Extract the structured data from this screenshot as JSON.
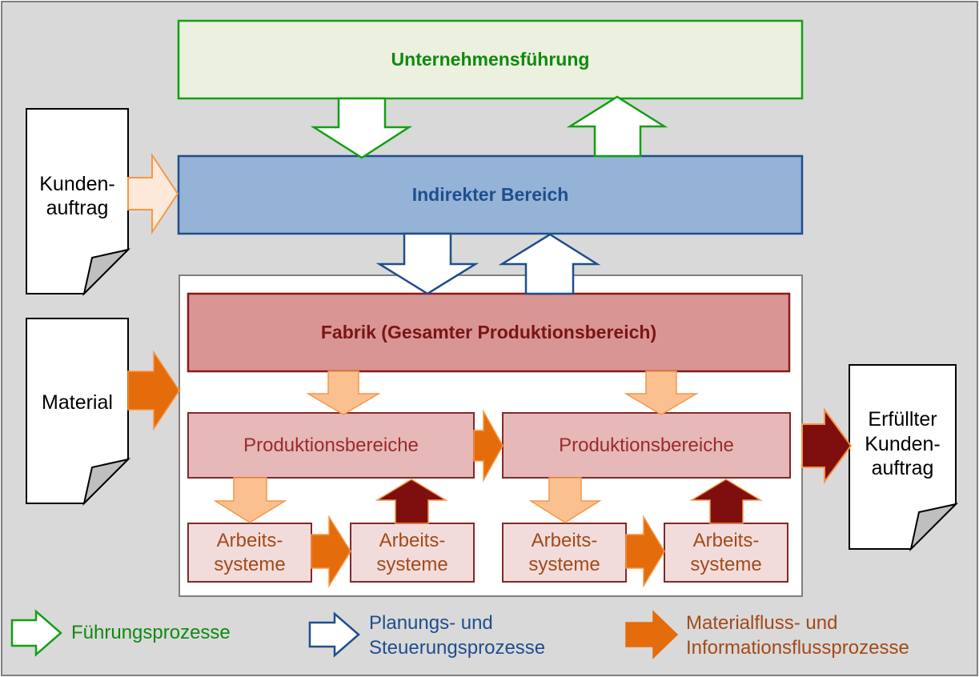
{
  "boxes": {
    "management": "Unternehmensführung",
    "indirect": "Indirekter Bereich",
    "factory": "Fabrik (Gesamter Produktionsbereich)",
    "production_left": "Produktionsbereiche",
    "production_right": "Produktionsbereiche",
    "work_1": "Arbeits-\nsysteme",
    "work_2": "Arbeits-\nsysteme",
    "work_3": "Arbeits-\nsysteme",
    "work_4": "Arbeits-\nsysteme"
  },
  "documents": {
    "customer_order": "Kunden-\nauftrag",
    "material": "Material",
    "fulfilled_order": "Erfüllter\nKunden-\nauftrag"
  },
  "legend": {
    "management_processes": "Führungsprozesse",
    "planning_processes": "Planungs- und\nSteuerungsprozesse",
    "flow_processes": "Materialfluss- und\nInformationsflussprozesse"
  },
  "colors": {
    "management_green": "#0f8a0f",
    "planning_blue": "#1f4e8c",
    "factory_red": "#8b1a1a",
    "production_text": "#9a2b2b",
    "work_text": "#a24a1a",
    "flow_orange": "#e8700f",
    "flow_dark_red": "#7f0f0f"
  }
}
